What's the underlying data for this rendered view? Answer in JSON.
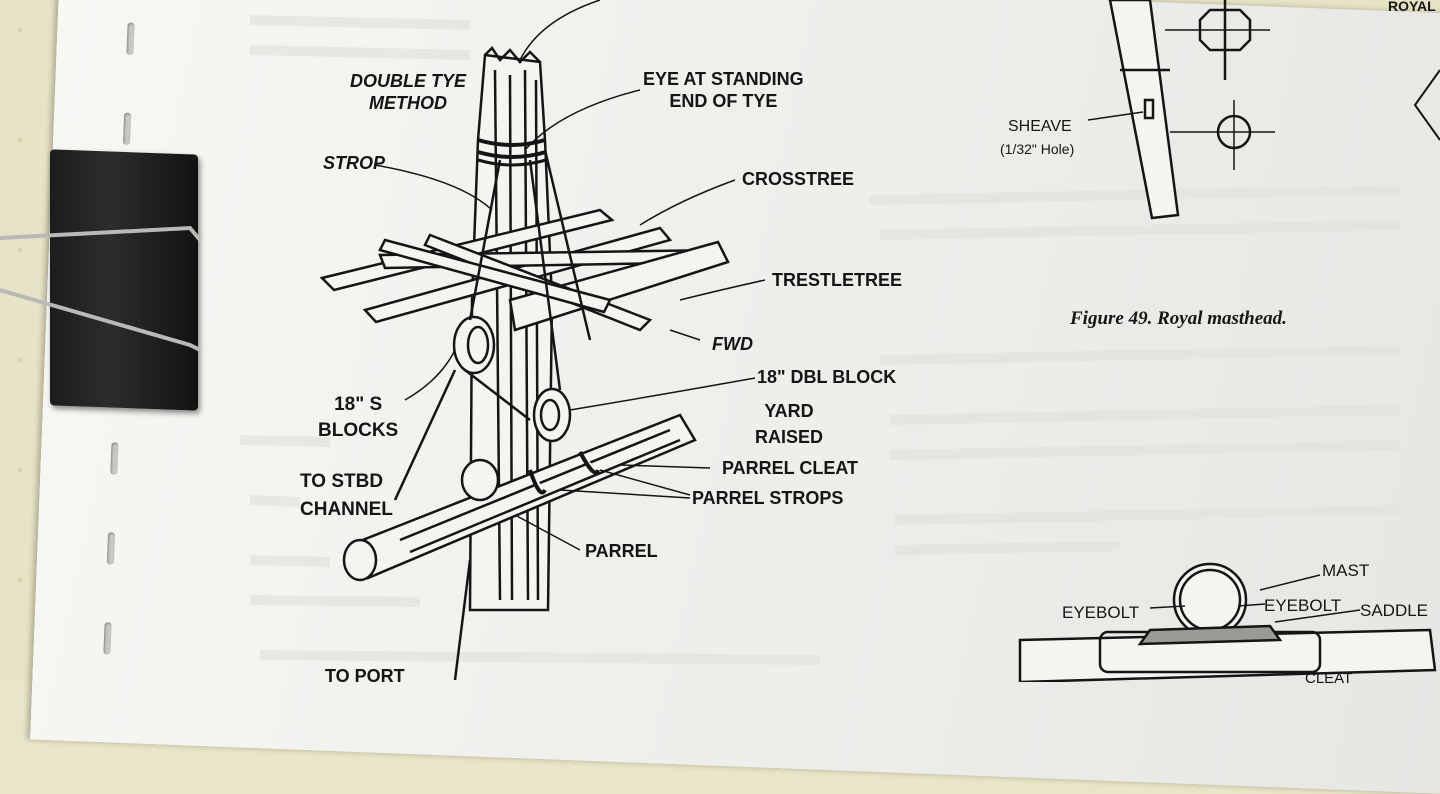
{
  "labels": {
    "double_tye_method": "DOUBLE TYE\nMETHOD",
    "eye_standing_end": "EYE AT STANDING\nEND OF TYE",
    "strop": "STROP",
    "crosstree": "CROSSTREE",
    "trestletree": "TRESTLETREE",
    "fwd": "FWD",
    "s_blocks": "18\" S\nBLOCKS",
    "dbl_block": "18\" DBL BLOCK",
    "yard_raised": "YARD\nRAISED",
    "parrel_cleat": "PARREL CLEAT",
    "parrel_strops": "PARREL STROPS",
    "to_stbd_channel": "TO STBD\nCHANNEL",
    "parrel": "PARREL",
    "to_port": "TO PORT",
    "sheave": "SHEAVE",
    "sheave_hole": "(1/32\" Hole)",
    "royal": "ROYAL",
    "mast": "MAST",
    "eyebolt_left": "EYEBOLT",
    "eyebolt_right": "EYEBOLT",
    "saddle": "SADDLE",
    "cleat": "CLEAT"
  },
  "figure_caption": "Figure 49. Royal masthead.",
  "icons": [
    "binder-clip-icon"
  ],
  "colors": {
    "ink": "#151515",
    "paper": "#f3f3f0",
    "clip": "#1c1c1c"
  }
}
